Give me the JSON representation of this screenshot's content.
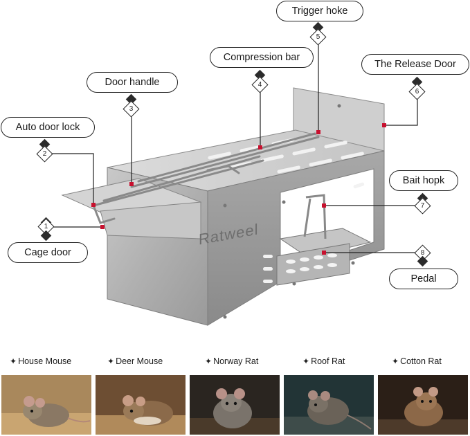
{
  "callouts": [
    {
      "number": "1",
      "label": "Cage door"
    },
    {
      "number": "2",
      "label": "Auto door lock"
    },
    {
      "number": "3",
      "label": "Door handle"
    },
    {
      "number": "4",
      "label": "Compression bar"
    },
    {
      "number": "5",
      "label": "Trigger hoke"
    },
    {
      "number": "6",
      "label": "The Release Door"
    },
    {
      "number": "7",
      "label": "Bait hopk"
    },
    {
      "number": "8",
      "label": "Pedal"
    }
  ],
  "brand": "Ratweel",
  "species": [
    {
      "label": "House Mouse",
      "icon": "sparkle-icon"
    },
    {
      "label": "Deer Mouse",
      "icon": "sparkle-icon"
    },
    {
      "label": "Norway Rat",
      "icon": "sparkle-icon"
    },
    {
      "label": "Roof Rat",
      "icon": "sparkle-icon"
    },
    {
      "label": "Cotton Rat",
      "icon": "sparkle-icon"
    }
  ],
  "colors": {
    "marker": "#c8102e",
    "line": "#222222",
    "steel_light": "#d9d9d9",
    "steel_mid": "#b4b4b4",
    "steel_dark": "#8c8c8c"
  }
}
